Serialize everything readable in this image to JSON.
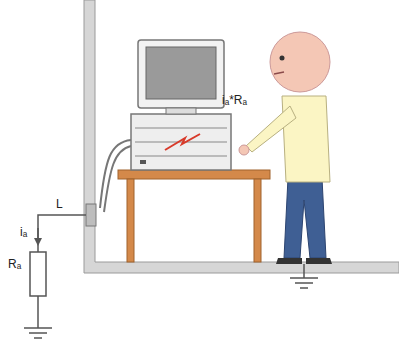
{
  "diagram": {
    "labels": [
      "L",
      "iₐ",
      "iₐ*Rₐ",
      "Rₐ"
    ]
  }
}
